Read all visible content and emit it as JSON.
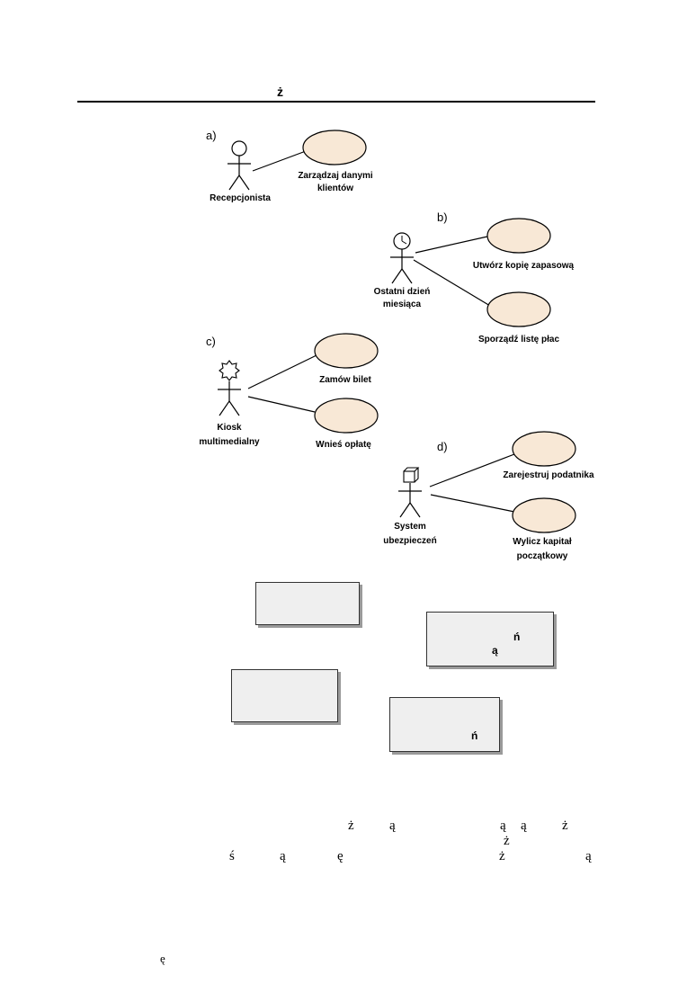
{
  "header": {
    "glyph": "ż"
  },
  "diagrams": {
    "a": {
      "panel": "a)",
      "actor": "Recepcjonista",
      "use_cases": [
        {
          "line1": "Zarządzaj danymi",
          "line2": "klientów"
        }
      ]
    },
    "b": {
      "panel": "b)",
      "actor_line1": "Ostatni dzień",
      "actor_line2": "miesiąca",
      "use_cases": [
        {
          "label": "Utwórz kopię zapasową"
        },
        {
          "label": "Sporządź listę płac"
        }
      ]
    },
    "c": {
      "panel": "c)",
      "actor_line1": "Kiosk",
      "actor_line2": "multimedialny",
      "use_cases": [
        {
          "label": "Zamów bilet"
        },
        {
          "label": "Wnieś opłatę"
        }
      ]
    },
    "d": {
      "panel": "d)",
      "actor_line1": "System",
      "actor_line2": "ubezpieczeń",
      "use_cases": [
        {
          "label": "Zarejestruj podatnika"
        },
        {
          "line1": "Wylicz kapitał",
          "line2": "początkowy"
        }
      ]
    }
  },
  "boxes": {
    "box2": {
      "glyph1": "ń",
      "glyph2": "ą"
    },
    "box4": {
      "glyph": "ń"
    }
  },
  "fragments": {
    "line1": [
      "ż",
      "ą",
      "ą",
      "ą",
      "ż"
    ],
    "line2": [
      "ż"
    ],
    "line3": [
      "ś",
      "ą",
      "ę",
      "ż",
      "ą"
    ],
    "footer": "ę"
  },
  "colors": {
    "use_case_fill": "#f8e8d6",
    "box_fill": "#efefef"
  }
}
